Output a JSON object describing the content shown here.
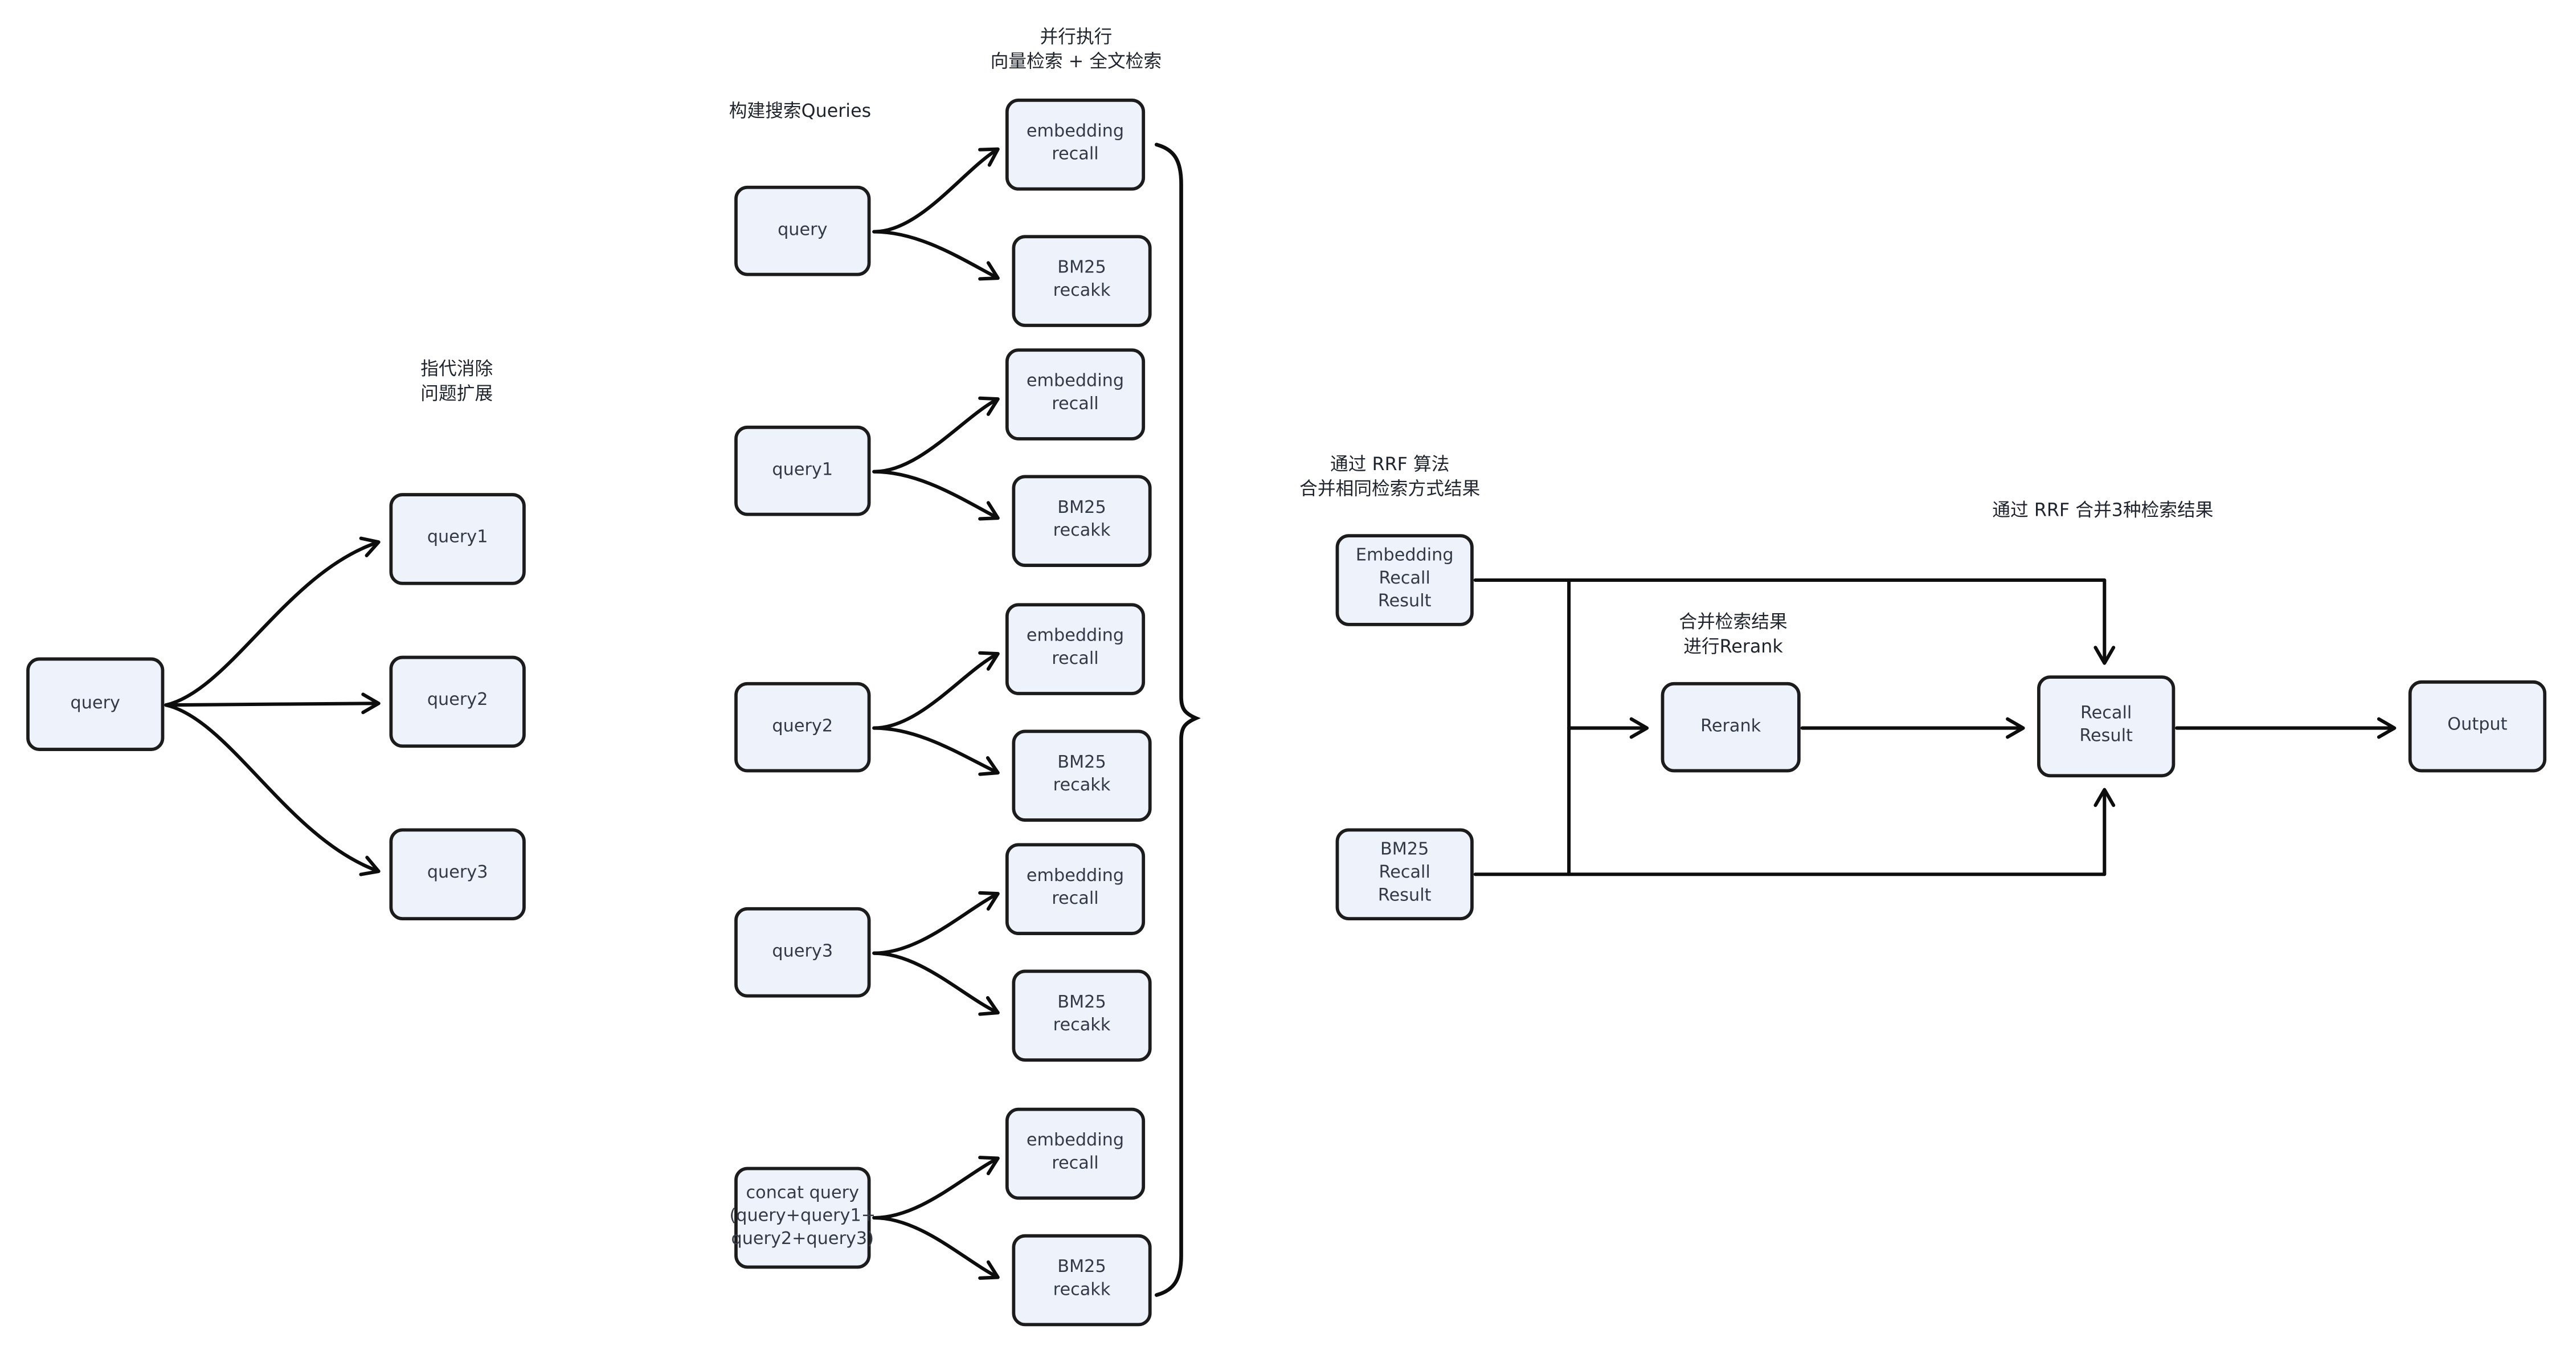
{
  "canvas": {
    "background": "#ffffff"
  },
  "colors": {
    "node_fill": "#edf2fb",
    "node_border": "#1c1c1c",
    "edge": "#0d0d0d",
    "label_text": "#20242c",
    "node_text": "#333a45"
  },
  "left": {
    "label": "指代消除\n问题扩展",
    "query": "query",
    "query1": "query1",
    "query2": "query2",
    "query3": "query3"
  },
  "middle": {
    "title": "构建搜索Queries",
    "parallel_label": "并行执行\n向量检索 + 全文检索",
    "groups": [
      {
        "source": "query",
        "embedding": "embedding\nrecall",
        "bm25": "BM25\nrecakk"
      },
      {
        "source": "query1",
        "embedding": "embedding\nrecall",
        "bm25": "BM25\nrecakk"
      },
      {
        "source": "query2",
        "embedding": "embedding\nrecall",
        "bm25": "BM25\nrecakk"
      },
      {
        "source": "query3",
        "embedding": "embedding\nrecall",
        "bm25": "BM25\nrecakk"
      },
      {
        "source": "concat query\n(query+query1+\nquery2+query3)",
        "embedding": "embedding\nrecall",
        "bm25": "BM25\nrecakk"
      }
    ]
  },
  "right": {
    "rrf_label": "通过 RRF 算法\n合并相同检索方式结果",
    "merge3_label": "通过 RRF 合并3种检索结果",
    "rerank_label": "合并检索结果\n进行Rerank",
    "embedding_result": "Embedding\nRecall\nResult",
    "bm25_result": "BM25\nRecall\nResult",
    "rerank": "Rerank",
    "recall_result": "Recall\nResult",
    "output": "Output"
  }
}
